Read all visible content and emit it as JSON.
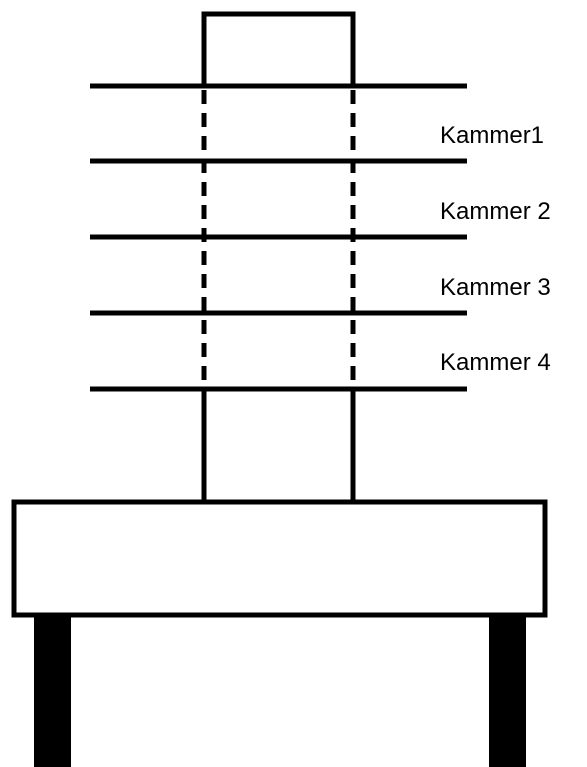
{
  "diagram": {
    "chamber_labels": [
      "Kammer1",
      "Kammer 2",
      "Kammer 3",
      "Kammer 4"
    ]
  },
  "colors": {
    "stroke": "#000000",
    "background": "#ffffff"
  }
}
